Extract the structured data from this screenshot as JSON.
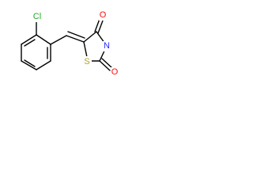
{
  "molecule": {
    "atoms": {
      "cl": {
        "label": "Cl",
        "color": "#1fae1f"
      },
      "o_top": {
        "label": "O",
        "color": "#ff0d0d"
      },
      "n": {
        "label": "N",
        "color": "#2a2aff"
      },
      "s": {
        "label": "S",
        "color": "#b3a41c"
      },
      "o_bottom": {
        "label": "O",
        "color": "#ff0d0d"
      }
    }
  }
}
